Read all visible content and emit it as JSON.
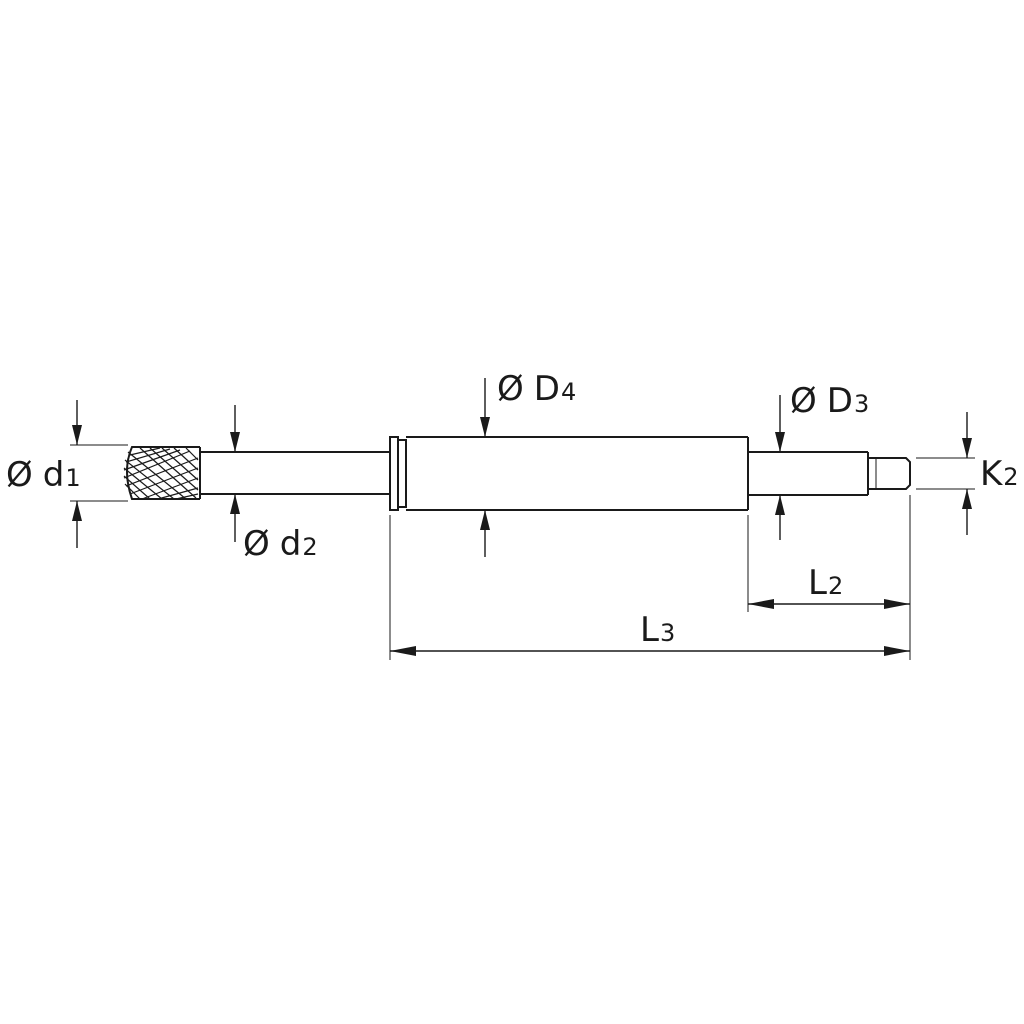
{
  "dimensions": {
    "d1": {
      "symbol": "Ø",
      "letter": "d",
      "subscript": "1"
    },
    "d2": {
      "symbol": "Ø",
      "letter": "d",
      "subscript": "2"
    },
    "D4": {
      "symbol": "Ø",
      "letter": "D",
      "subscript": "4"
    },
    "D3": {
      "symbol": "Ø",
      "letter": "D",
      "subscript": "3"
    },
    "K2": {
      "letter": "K",
      "subscript": "2"
    },
    "L2": {
      "letter": "L",
      "subscript": "2"
    },
    "L3": {
      "letter": "L",
      "subscript": "3"
    }
  }
}
